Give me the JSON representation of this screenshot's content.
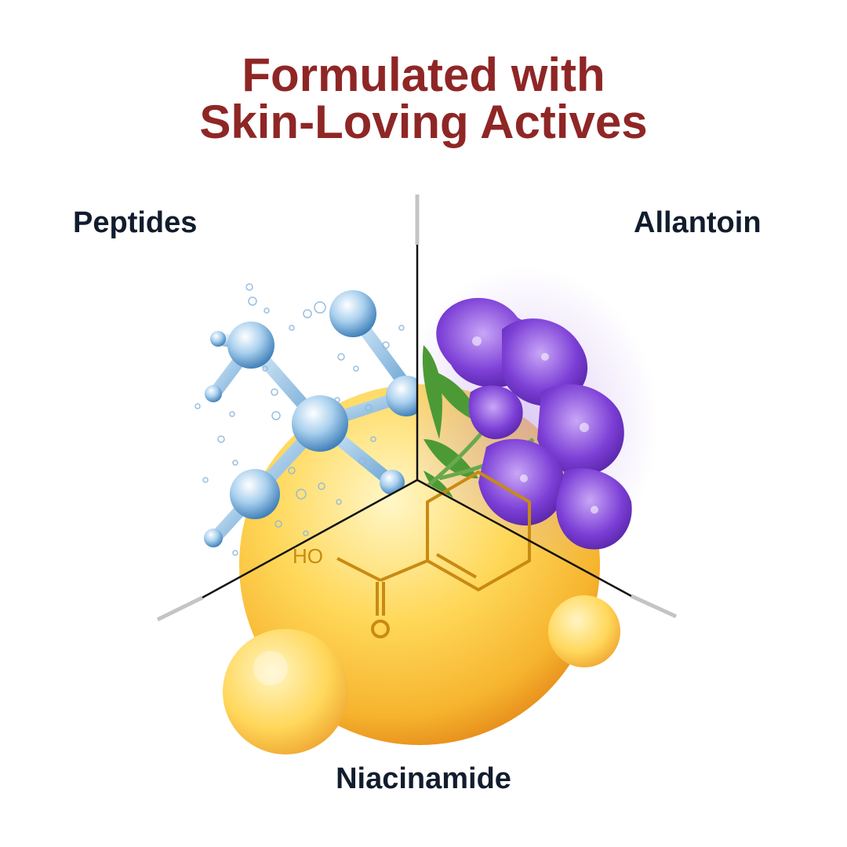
{
  "heading": {
    "line1": "Formulated with",
    "line2": "Skin-Loving Actives"
  },
  "actives": {
    "peptides": {
      "label": "Peptides"
    },
    "allantoin": {
      "label": "Allantoin"
    },
    "niacinamide": {
      "label": "Niacinamide",
      "formula_text": "HO"
    }
  },
  "colors": {
    "heading": "#8f2626",
    "label": "#111d2e",
    "divider": "#111111",
    "divider_end": "#c4c4c4"
  },
  "icons": {
    "peptides": "molecule-illustration",
    "allantoin": "purple-flower-illustration",
    "niacinamide": "golden-droplet-illustration"
  }
}
